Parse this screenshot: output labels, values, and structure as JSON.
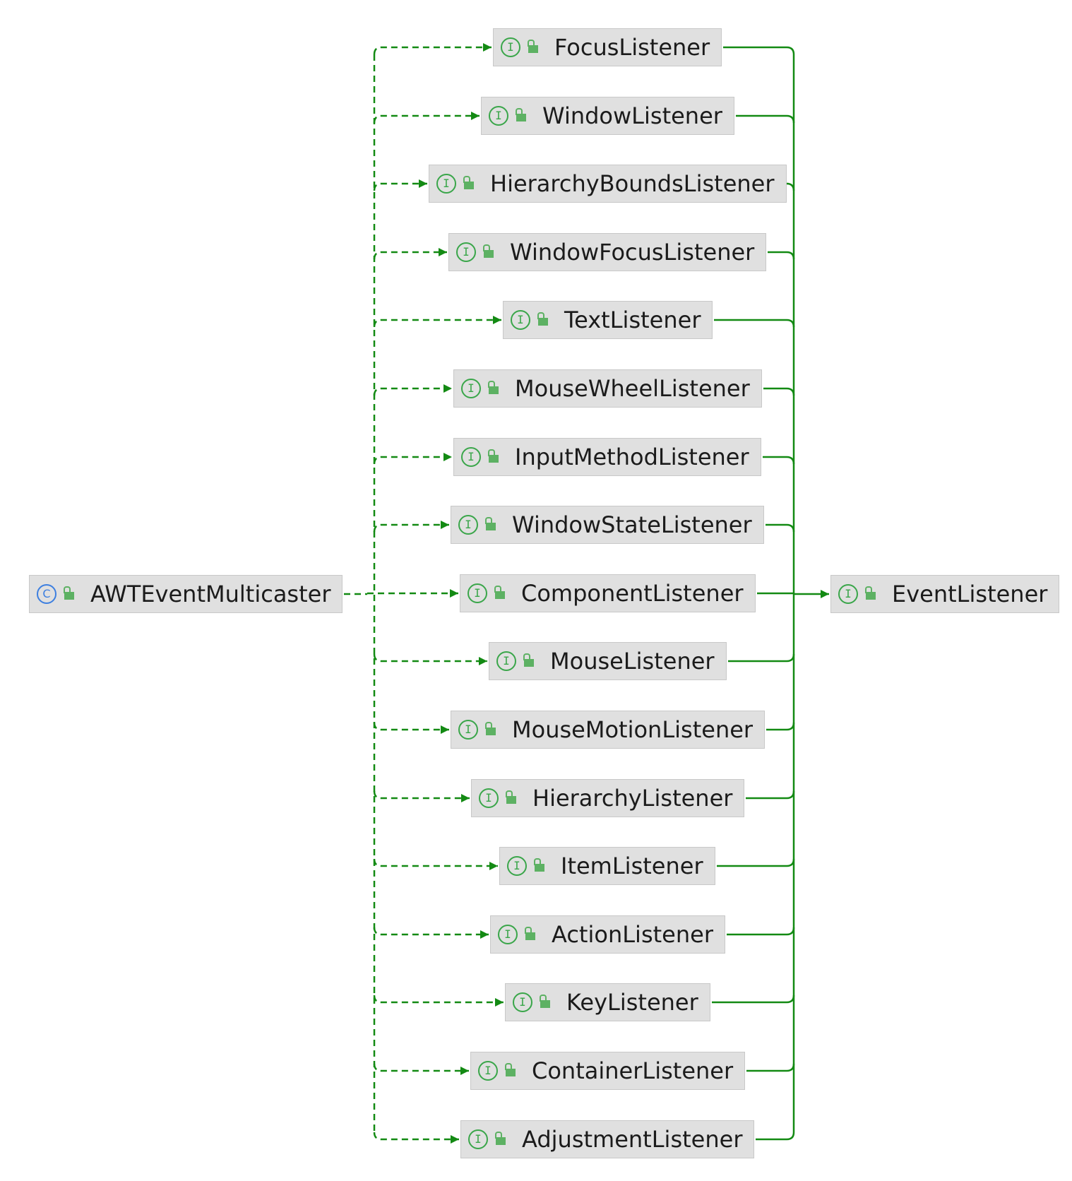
{
  "diagram": {
    "source": {
      "name": "AWTEventMulticaster",
      "kind": "C",
      "icon": "class-icon"
    },
    "middle": [
      {
        "name": "FocusListener",
        "kind": "I"
      },
      {
        "name": "WindowListener",
        "kind": "I"
      },
      {
        "name": "HierarchyBoundsListener",
        "kind": "I"
      },
      {
        "name": "WindowFocusListener",
        "kind": "I"
      },
      {
        "name": "TextListener",
        "kind": "I"
      },
      {
        "name": "MouseWheelListener",
        "kind": "I"
      },
      {
        "name": "InputMethodListener",
        "kind": "I"
      },
      {
        "name": "WindowStateListener",
        "kind": "I"
      },
      {
        "name": "ComponentListener",
        "kind": "I"
      },
      {
        "name": "MouseListener",
        "kind": "I"
      },
      {
        "name": "MouseMotionListener",
        "kind": "I"
      },
      {
        "name": "HierarchyListener",
        "kind": "I"
      },
      {
        "name": "ItemListener",
        "kind": "I"
      },
      {
        "name": "ActionListener",
        "kind": "I"
      },
      {
        "name": "KeyListener",
        "kind": "I"
      },
      {
        "name": "ContainerListener",
        "kind": "I"
      },
      {
        "name": "AdjustmentListener",
        "kind": "I"
      }
    ],
    "target": {
      "name": "EventListener",
      "kind": "I",
      "icon": "interface-icon"
    },
    "colors": {
      "edge": "#138a13",
      "node_fill": "#e0e0e0",
      "node_border": "#c8c8c8",
      "interface_icon": "#3aa64a",
      "class_icon": "#3d7fe0",
      "lock_icon": "#5db163"
    }
  }
}
